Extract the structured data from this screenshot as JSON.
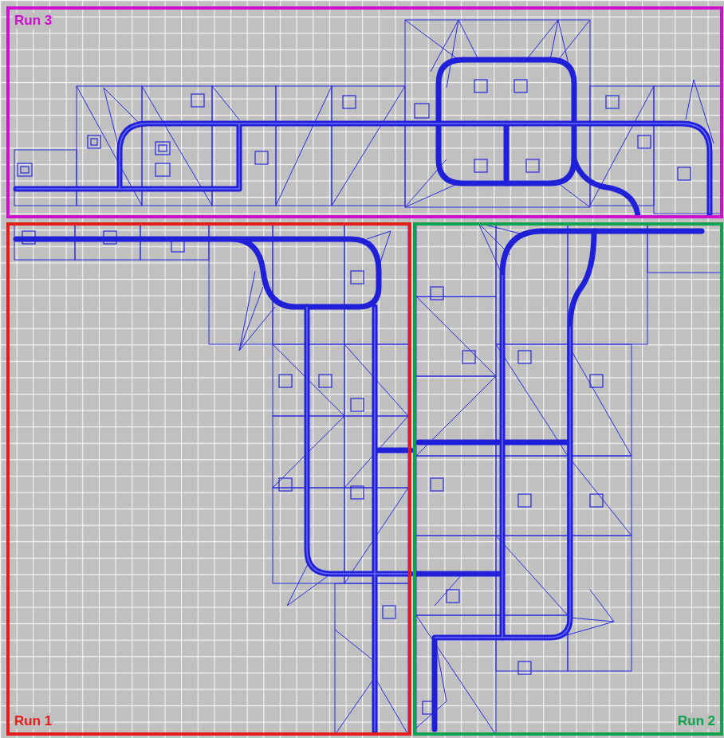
{
  "diagram": {
    "nodes": [
      {
        "text": [
          "Run 3"
        ]
      },
      {
        "text": [
          "Run 1"
        ]
      },
      {
        "text": [
          "Run 2"
        ]
      }
    ]
  }
}
